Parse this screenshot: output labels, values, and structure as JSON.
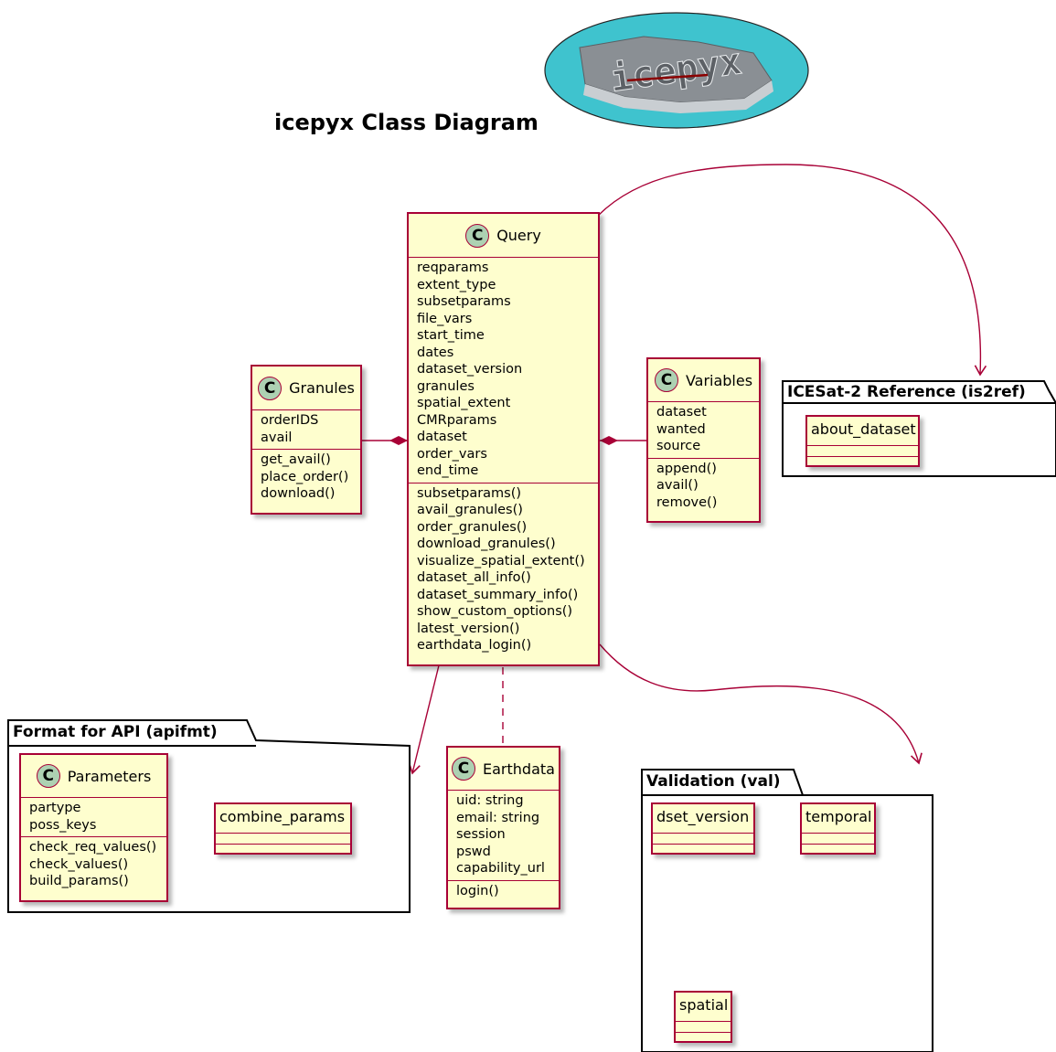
{
  "title": "icepyx Class Diagram",
  "logo": {
    "text": "icepyx",
    "bg_color": "#3FC3CE"
  },
  "colors": {
    "class_fill": "#FEFECE",
    "border": "#A80036",
    "badge": "#ADD1B2",
    "edge": "#A80036"
  },
  "classes": {
    "query": {
      "name": "Query",
      "attributes": [
        "reqparams",
        "extent_type",
        "subsetparams",
        "file_vars",
        "start_time",
        "dates",
        "dataset_version",
        "granules",
        "spatial_extent",
        "CMRparams",
        "dataset",
        "order_vars",
        "end_time"
      ],
      "methods": [
        "subsetparams()",
        "avail_granules()",
        "order_granules()",
        "download_granules()",
        "visualize_spatial_extent()",
        "dataset_all_info()",
        "dataset_summary_info()",
        "show_custom_options()",
        "latest_version()",
        "earthdata_login()"
      ]
    },
    "granules": {
      "name": "Granules",
      "attributes": [
        "orderIDS",
        "avail"
      ],
      "methods": [
        "get_avail()",
        "place_order()",
        "download()"
      ]
    },
    "variables": {
      "name": "Variables",
      "attributes": [
        "dataset",
        "wanted",
        "source"
      ],
      "methods": [
        "append()",
        "avail()",
        "remove()"
      ]
    },
    "parameters": {
      "name": "Parameters",
      "attributes": [
        "partype",
        "poss_keys"
      ],
      "methods": [
        "check_req_values()",
        "check_values()",
        "build_params()"
      ]
    },
    "earthdata": {
      "name": "Earthdata",
      "attributes": [
        "uid: string",
        "email: string",
        "session",
        "pswd",
        "capability_url"
      ],
      "methods": [
        "login()"
      ]
    }
  },
  "functions": {
    "about_dataset": "about_dataset",
    "combine_params": "combine_params",
    "dset_version": "dset_version",
    "temporal": "temporal",
    "spatial": "spatial"
  },
  "packages": {
    "is2ref": "ICESat-2 Reference (is2ref)",
    "apifmt": "Format for API (apifmt)",
    "val": "Validation (val)"
  },
  "class_badge_letter": "C"
}
